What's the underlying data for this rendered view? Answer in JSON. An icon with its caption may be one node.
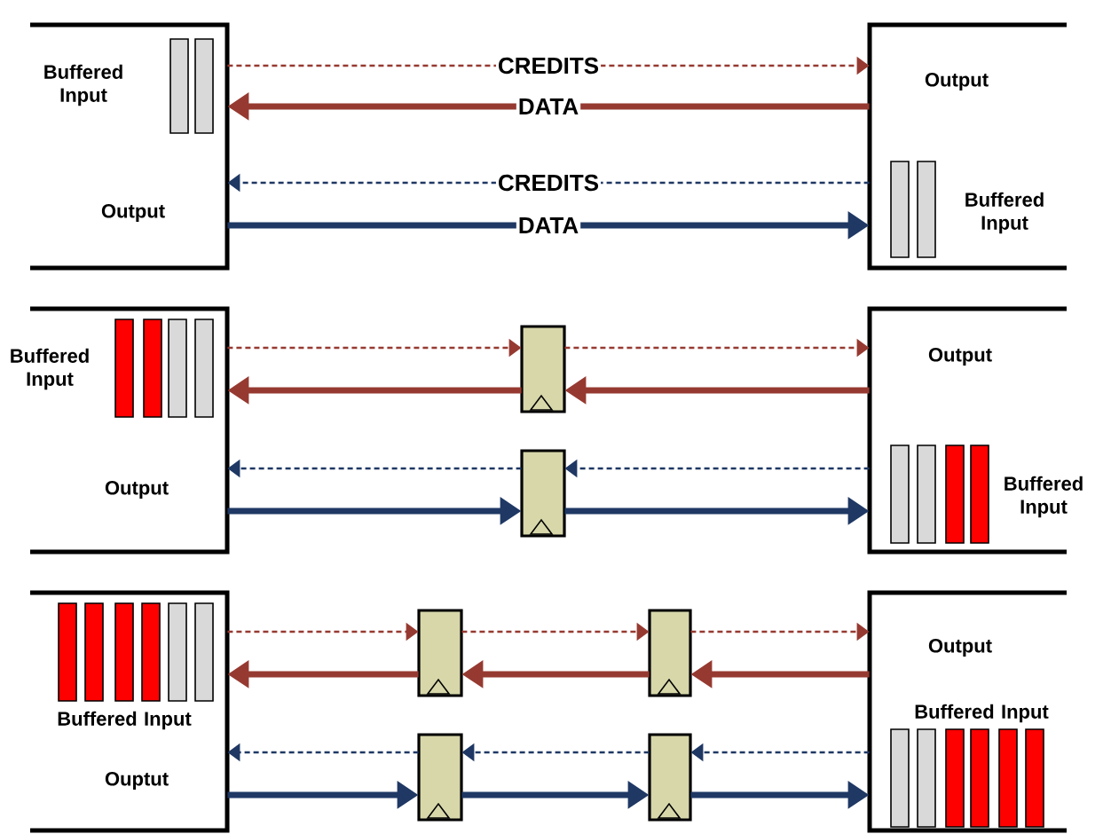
{
  "diagram": {
    "nodes": [
      {
        "text": [
          "Buffered Input",
          "Output"
        ]
      },
      {
        "text": [
          "Output",
          "Buffered Input"
        ]
      },
      {
        "text": [
          "Buffered Input",
          "Output"
        ]
      },
      {
        "text": [],
        "shape": "box"
      },
      {
        "text": [],
        "shape": "box"
      },
      {
        "text": [
          "Output",
          "Buffered Input"
        ]
      },
      {
        "text": [
          "Buffered Input",
          "Ouptut"
        ]
      },
      {
        "text": [],
        "shape": "box"
      },
      {
        "text": [],
        "shape": "box"
      },
      {
        "text": [],
        "shape": "box"
      },
      {
        "text": [],
        "shape": "box"
      },
      {
        "text": [
          "Output",
          "Buffered Input"
        ]
      }
    ],
    "edges": [
      {
        "from": 0,
        "to": 1,
        "arrow": "to",
        "label": "CREDITS",
        "style": "dashed",
        "color": "#963a31"
      },
      {
        "from": 1,
        "to": 0,
        "arrow": "to",
        "label": "DATA",
        "style": "thick",
        "color": "#963a31"
      },
      {
        "from": 1,
        "to": 0,
        "arrow": "to",
        "label": "CREDITS",
        "style": "dashed",
        "color": "#1f3864"
      },
      {
        "from": 0,
        "to": 1,
        "arrow": "to",
        "label": "DATA",
        "style": "thick",
        "color": "#1f3864"
      },
      {
        "from": 2,
        "to": 3,
        "arrow": "to",
        "style": "dashed",
        "color": "#963a31"
      },
      {
        "from": 3,
        "to": 5,
        "arrow": "to",
        "style": "dashed",
        "color": "#963a31"
      },
      {
        "from": 5,
        "to": 3,
        "arrow": "to",
        "style": "thick",
        "color": "#963a31"
      },
      {
        "from": 3,
        "to": 2,
        "arrow": "to",
        "style": "thick",
        "color": "#963a31"
      },
      {
        "from": 5,
        "to": 4,
        "arrow": "to",
        "style": "dashed",
        "color": "#1f3864"
      },
      {
        "from": 4,
        "to": 2,
        "arrow": "to",
        "style": "dashed",
        "color": "#1f3864"
      },
      {
        "from": 2,
        "to": 4,
        "arrow": "to",
        "style": "thick",
        "color": "#1f3864"
      },
      {
        "from": 4,
        "to": 5,
        "arrow": "to",
        "style": "thick",
        "color": "#1f3864"
      },
      {
        "from": 6,
        "to": 7,
        "arrow": "to",
        "style": "dashed",
        "color": "#963a31"
      },
      {
        "from": 7,
        "to": 8,
        "arrow": "to",
        "style": "dashed",
        "color": "#963a31"
      },
      {
        "from": 8,
        "to": 11,
        "arrow": "to",
        "style": "dashed",
        "color": "#963a31"
      },
      {
        "from": 11,
        "to": 8,
        "arrow": "to",
        "style": "thick",
        "color": "#963a31"
      },
      {
        "from": 8,
        "to": 7,
        "arrow": "to",
        "style": "thick",
        "color": "#963a31"
      },
      {
        "from": 7,
        "to": 6,
        "arrow": "to",
        "style": "thick",
        "color": "#963a31"
      },
      {
        "from": 11,
        "to": 10,
        "arrow": "to",
        "style": "dashed",
        "color": "#1f3864"
      },
      {
        "from": 10,
        "to": 9,
        "arrow": "to",
        "style": "dashed",
        "color": "#1f3864"
      },
      {
        "from": 9,
        "to": 6,
        "arrow": "to",
        "style": "dashed",
        "color": "#1f3864"
      },
      {
        "from": 6,
        "to": 9,
        "arrow": "to",
        "style": "thick",
        "color": "#1f3864"
      },
      {
        "from": 9,
        "to": 10,
        "arrow": "to",
        "style": "thick",
        "color": "#1f3864"
      },
      {
        "from": 10,
        "to": 11,
        "arrow": "to",
        "style": "thick",
        "color": "#1f3864"
      }
    ]
  }
}
